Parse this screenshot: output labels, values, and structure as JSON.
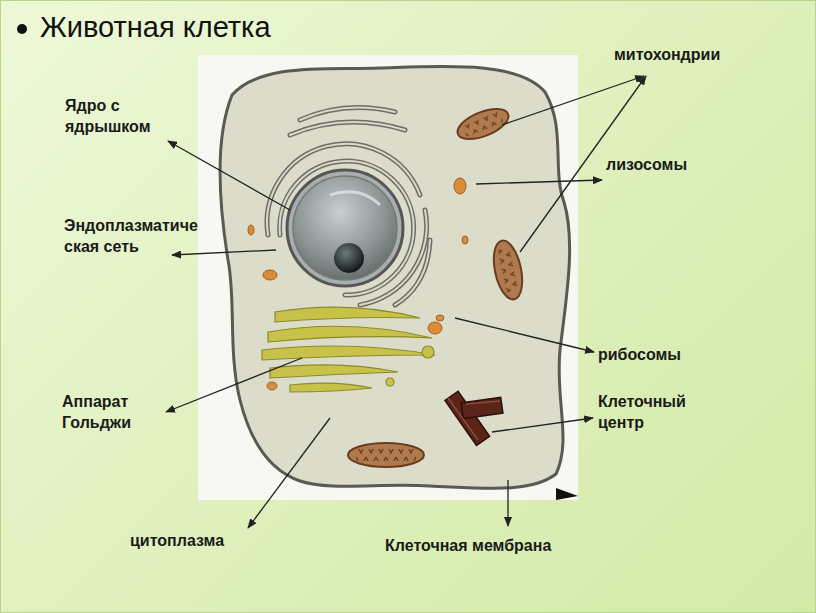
{
  "diagram": {
    "title": "Животная клетка",
    "labels": [
      "митохондрии",
      "Ядро с ядрышком",
      "лизосомы",
      "Эндоплазматиче ская сеть",
      "рибосомы",
      "Аппарат Гольджи",
      "Клеточный центр",
      "цитоплазма",
      "Клеточная мембрана"
    ]
  }
}
